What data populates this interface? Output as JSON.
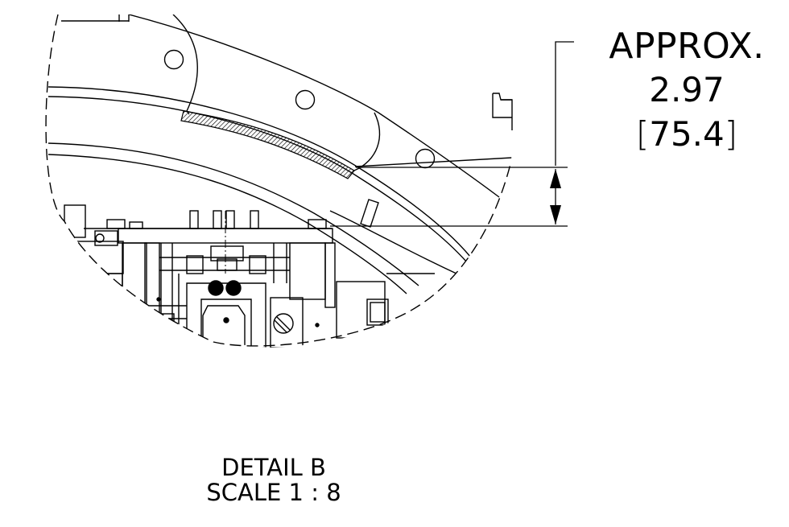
{
  "dimension": {
    "prefix": "APPROX.",
    "value_inch": "2.97",
    "value_mm": "75.4",
    "bracket_open": "[",
    "bracket_close": "]"
  },
  "detail": {
    "label": "DETAIL B",
    "scale": "SCALE 1 : 8"
  },
  "colors": {
    "line": "#000000",
    "background": "#ffffff"
  }
}
